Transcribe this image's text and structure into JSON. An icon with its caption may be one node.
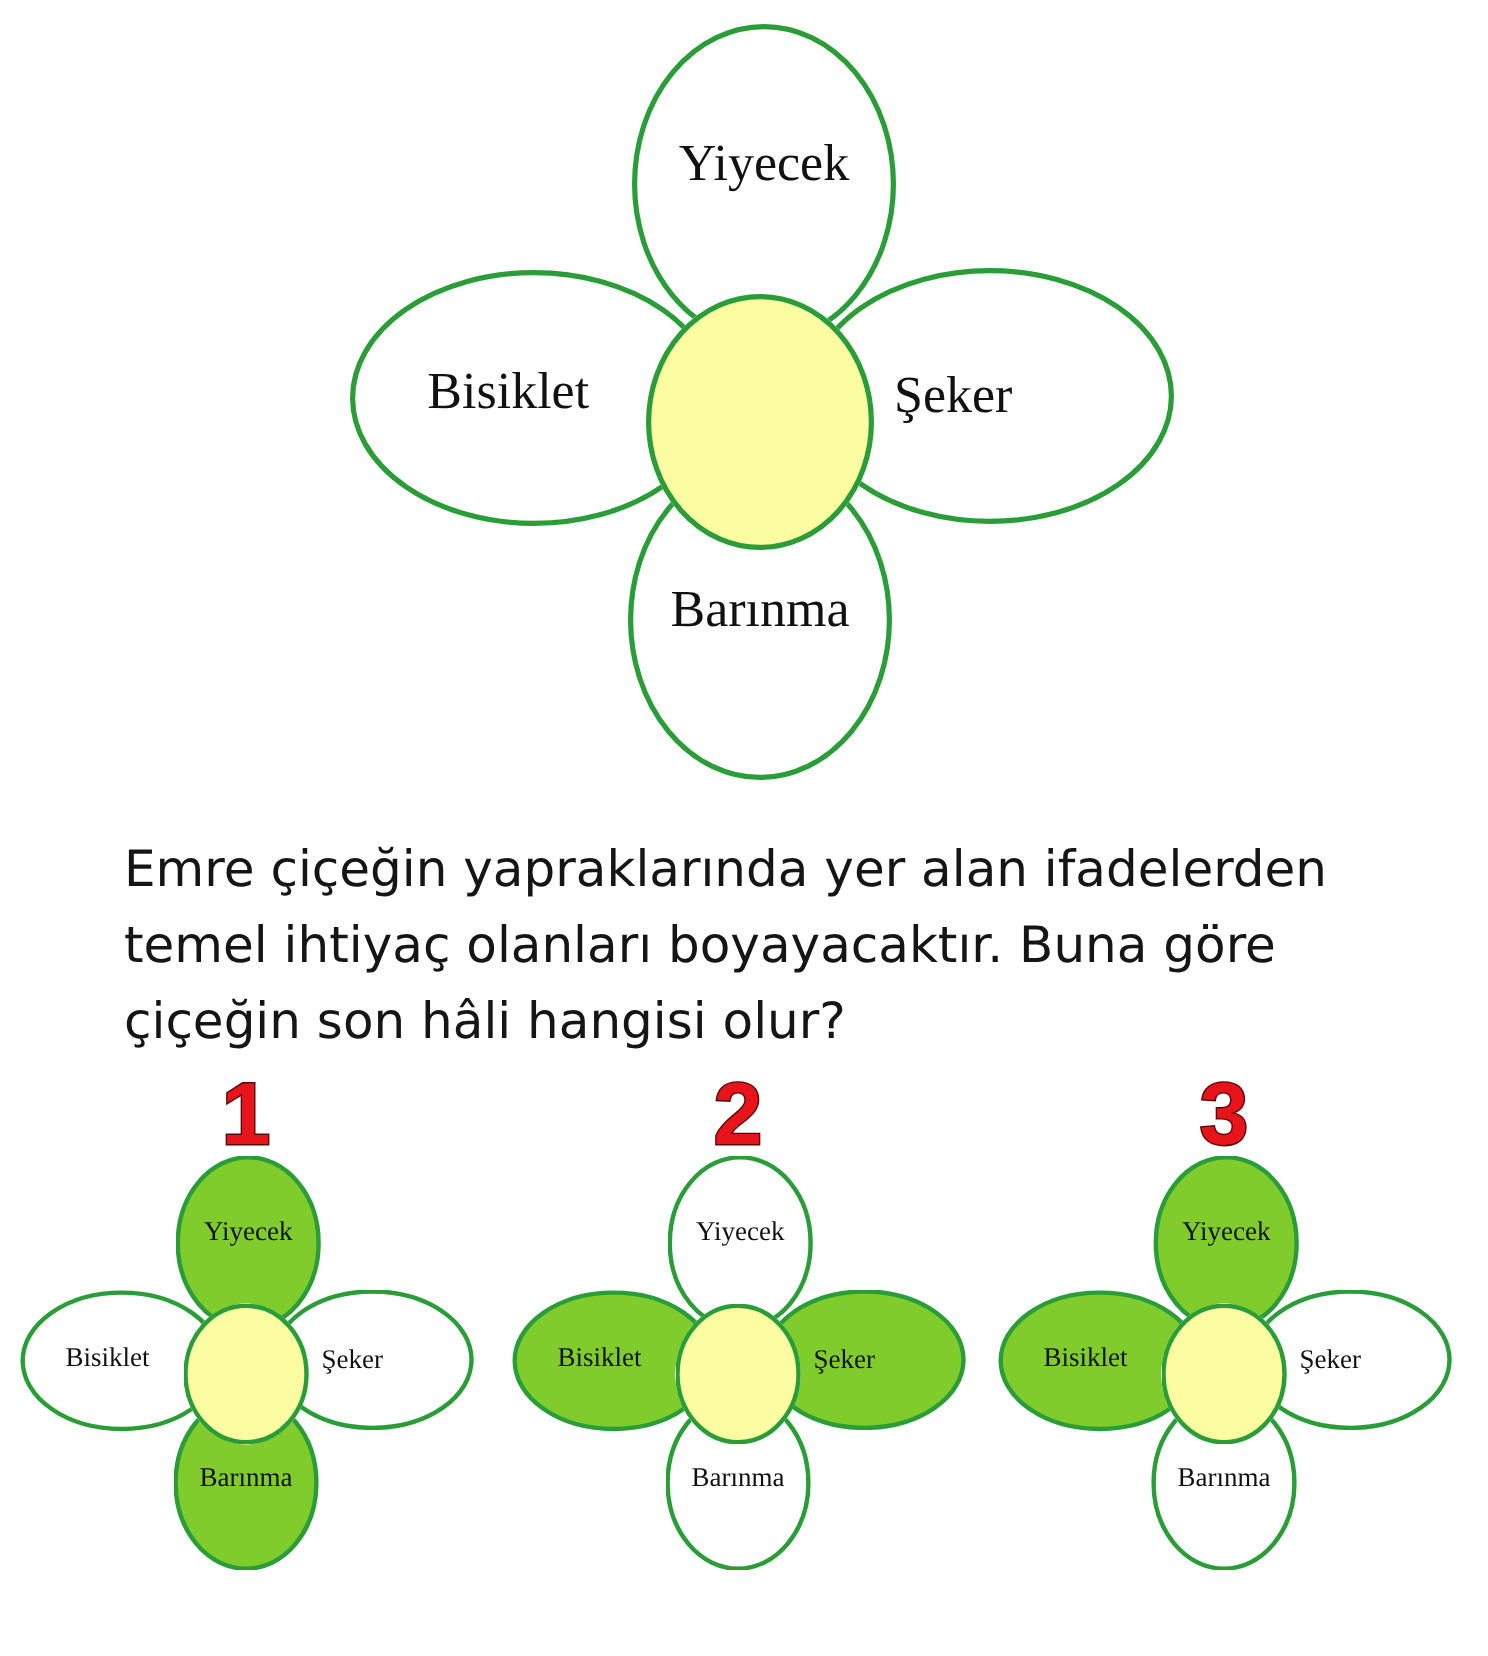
{
  "diagram": {
    "nodes": [
      {
        "text": [
          "Yiyecek"
        ]
      },
      {
        "text": [
          "Bisiklet"
        ]
      },
      {
        "text": [],
        "shape": "circle"
      },
      {
        "text": [
          "Şeker"
        ]
      },
      {
        "text": [
          "Barınma"
        ]
      },
      {
        "text": [
          "Yiyecek"
        ]
      },
      {
        "text": [
          "Bisiklet"
        ]
      },
      {
        "text": [],
        "shape": "circle"
      },
      {
        "text": [
          "Şeker"
        ]
      },
      {
        "text": [
          "Barınma"
        ]
      },
      {
        "text": [
          "Yiyecek"
        ]
      },
      {
        "text": [
          "Bisiklet"
        ]
      },
      {
        "text": [],
        "shape": "circle"
      },
      {
        "text": [
          "Şeker"
        ]
      },
      {
        "text": [
          "Barınma"
        ]
      },
      {
        "text": [
          "Yiyecek"
        ]
      },
      {
        "text": [
          "Bisiklet"
        ]
      },
      {
        "text": [],
        "shape": "circle"
      },
      {
        "text": [
          "Şeker"
        ]
      },
      {
        "text": [
          "Barınma"
        ]
      }
    ],
    "labels": [
      "Emre çiçeğin yapraklarında yer alan ifadelerden temel ihtiyaç olanları boyayacaktır. Buna göre çiçeğin son hâli hangisi olur?",
      "1",
      "2",
      "3"
    ]
  }
}
